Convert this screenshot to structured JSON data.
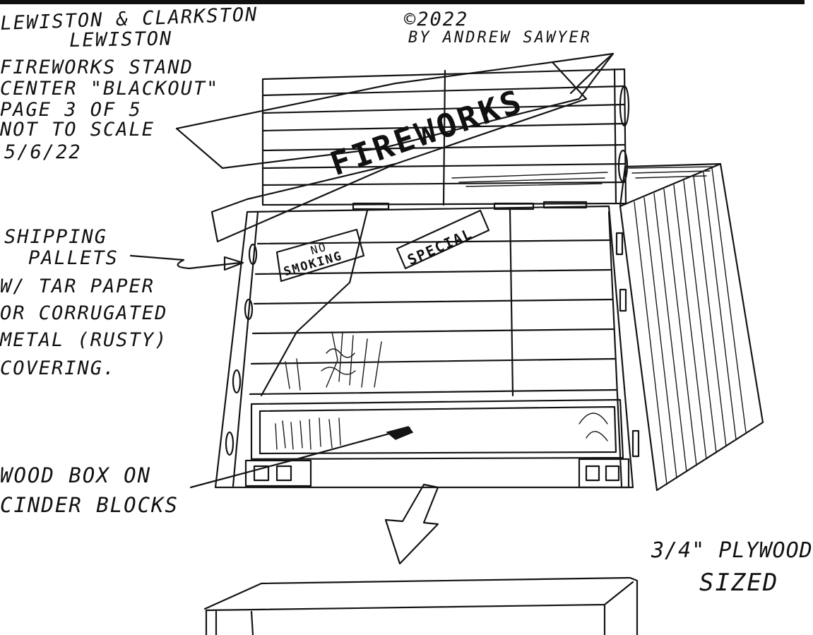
{
  "header_notes": {
    "line1": "LEWISTON & CLARKSTON",
    "line2": "LEWISTON",
    "line3": "FIREWORKS STAND",
    "line4": "CENTER \"BLACKOUT\"",
    "line5": "PAGE 3 OF 5",
    "line6": "NOT TO SCALE",
    "line7": "5/6/22"
  },
  "copyright": {
    "line1": "©2022",
    "line2": "BY ANDREW SAWYER"
  },
  "callout_pallets": {
    "line1": "SHIPPING",
    "line2": "PALLETS",
    "line3": "W/ TAR PAPER",
    "line4": "OR CORRUGATED",
    "line5": "METAL (RUSTY)",
    "line6": "COVERING."
  },
  "callout_box": {
    "line1": "WOOD BOX ON",
    "line2": "CINDER BLOCKS"
  },
  "callout_plywood": {
    "line1": "3/4\" PLYWOOD",
    "line2": "SIZED"
  },
  "signs": {
    "banner": "FIREWORKS",
    "no_smoking_1": "NO",
    "no_smoking_2": "SMOKING",
    "special": "SPECIAL"
  }
}
